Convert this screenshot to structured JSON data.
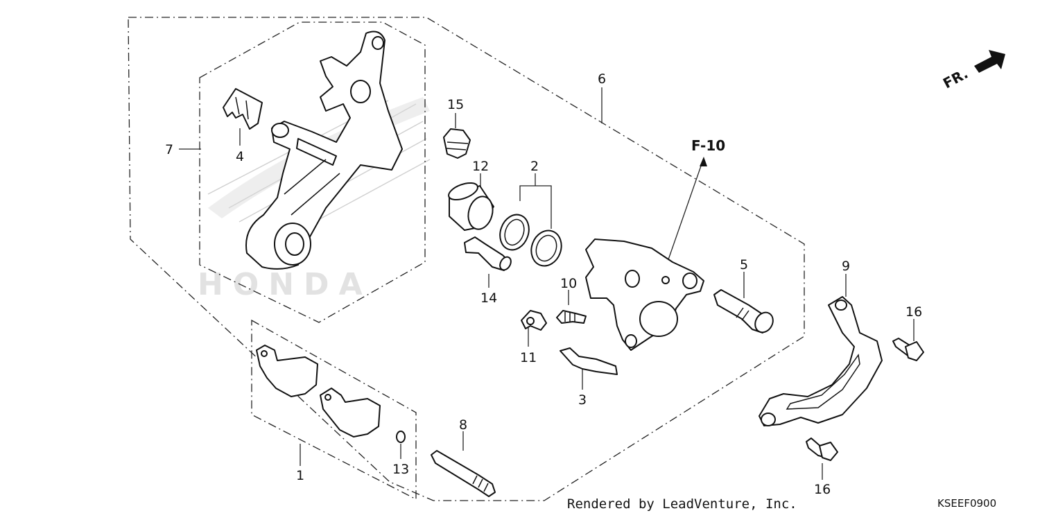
{
  "callouts": {
    "c1": "1",
    "c2": "2",
    "c3": "3",
    "c4": "4",
    "c5": "5",
    "c6": "6",
    "c7": "7",
    "c8": "8",
    "c9": "9",
    "c10": "10",
    "c11": "11",
    "c12": "12",
    "c13": "13",
    "c14": "14",
    "c15": "15",
    "c16a": "16",
    "c16b": "16"
  },
  "reference_label": "F-10",
  "direction_label": "FR.",
  "watermark_text": "HONDA",
  "footer": {
    "credit": "Rendered by LeadVenture, Inc.",
    "diagram_code": "KSEEF0900"
  }
}
